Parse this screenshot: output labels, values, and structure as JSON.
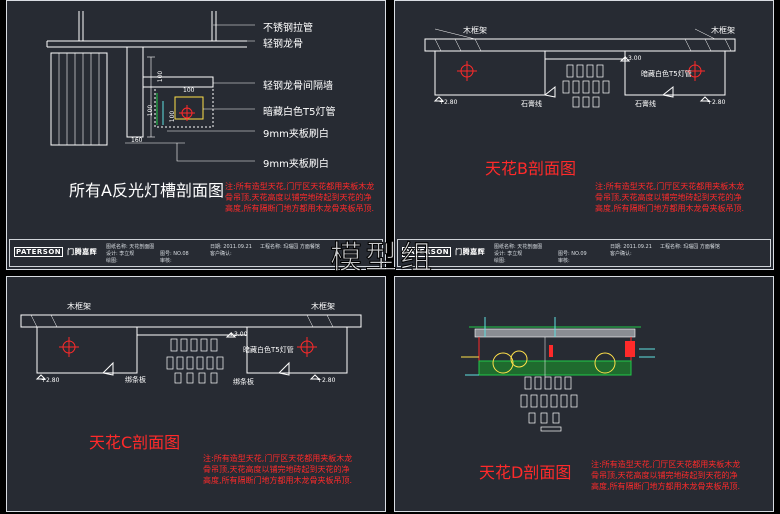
{
  "panel_a": {
    "title": "所有A反光灯槽剖面图",
    "labels": {
      "steel_pipe": "不锈钢拉管",
      "light_keel": "轻钢龙骨",
      "partition": "轻钢龙骨间隔墙",
      "t5_light": "暗藏白色T5灯管",
      "plywood_1": "9mm夹板刷白",
      "plywood_2": "9mm夹板刷白"
    },
    "dims": [
      "100",
      "100",
      "100",
      "100",
      "160"
    ],
    "note": "注:所有造型天花,门厅区天花都用夹板木龙骨吊顶,天花高度以铺完地砖起到天花的净高度,所有隔断门地方都用木龙骨夹板吊顶."
  },
  "panel_b": {
    "title": "天花B剖面图",
    "labels": {
      "wood_frame_l": "木框架",
      "wood_frame_r": "木框架",
      "t5_light": "暗藏白色T5灯管",
      "gypsum_l": "石膏线",
      "gypsum_r": "石膏线"
    },
    "levels": [
      "+3.00",
      "+2.80",
      "+2.80"
    ],
    "note": "注:所有造型天花,门厅区天花都用夹板木龙骨吊顶,天花高度以铺完地砖起到天花的净高度,所有隔断门地方都用木龙骨夹板吊顶."
  },
  "panel_c": {
    "title": "天花C剖面图",
    "labels": {
      "wood_frame_l": "木框架",
      "wood_frame_r": "木框架",
      "t5_light": "暗藏白色T5灯管",
      "gypsum_l": "绑条板",
      "gypsum_r": "绑条板"
    },
    "levels": [
      "+3.00",
      "+2.80",
      "+2.80"
    ],
    "note": "注:所有造型天花,门厅区天花都用夹板木龙骨吊顶,天花高度以铺完地砖起到天花的净高度,所有隔断门地方都用木龙骨夹板吊顶."
  },
  "panel_d": {
    "title": "天花D剖面图",
    "note": "注:所有造型天花,门厅区天花都用夹板木龙骨吊顶,天花高度以铺完地砖起到天花的净高度,所有隔断门地方都用木龙骨夹板吊顶."
  },
  "title_block_left": {
    "logo": "PATERSON",
    "logo_cn": "门腾嘉辉",
    "cells": [
      "图纸名称: 天花剖面图",
      "设计: 李立规",
      "日期: 2011.09.21",
      "工程名称: 玛瑙园 方面餐馆",
      "绘图:",
      "审核:",
      "图号: NO.08",
      "客户确认:"
    ]
  },
  "title_block_right": {
    "logo": "PATERSON",
    "logo_cn": "门腾嘉辉",
    "cells": [
      "图纸名称: 天花剖面图",
      "设计: 李立规",
      "日期: 2011.09.21",
      "工程名称: 玛瑙园 方面餐馆",
      "绘图:",
      "审核:",
      "图号: NO.09",
      "客户确认:"
    ]
  },
  "watermark": "模型组",
  "colors": {
    "panel_bg": "#272b33",
    "red_text": "#ff2a2a",
    "line": "#ffffff",
    "cyan": "#5fe0e0",
    "yellow": "#ffe04a",
    "green": "#22c84a"
  }
}
